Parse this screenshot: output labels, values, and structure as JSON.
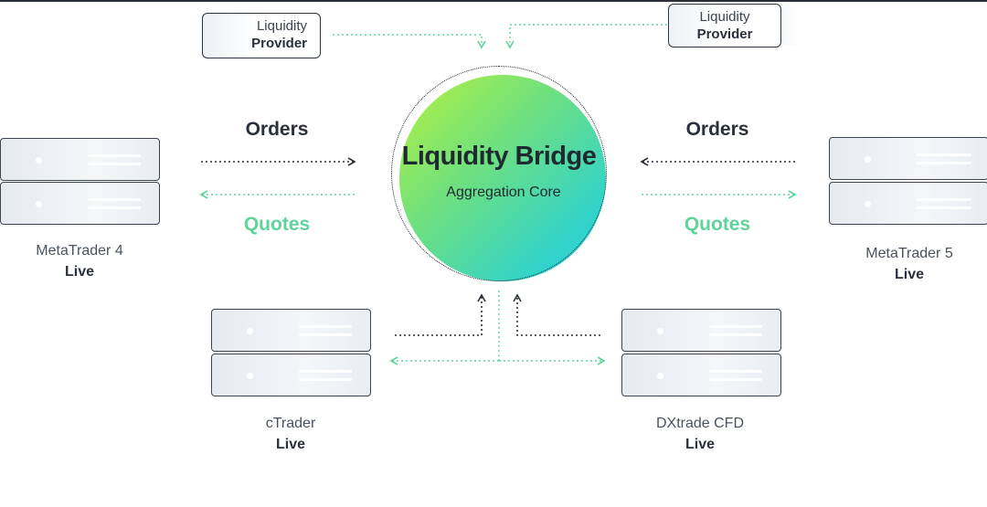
{
  "providers": [
    {
      "line1": "Liquidity",
      "line2": "Provider"
    },
    {
      "line1": "Liquidity",
      "line2": "Provider"
    }
  ],
  "core": {
    "title": "Liquidity Bridge",
    "subtitle": "Aggregation Core"
  },
  "flows": {
    "left_orders": "Orders",
    "left_quotes": "Quotes",
    "right_orders": "Orders",
    "right_quotes": "Quotes"
  },
  "platforms": {
    "mt4": {
      "name": "MetaTrader 4",
      "status": "Live"
    },
    "mt5": {
      "name": "MetaTrader 5",
      "status": "Live"
    },
    "ctrader": {
      "name": "cTrader",
      "status": "Live"
    },
    "dxtrade": {
      "name": "DXtrade CFD",
      "status": "Live"
    }
  },
  "colors": {
    "orders": "#2a313c",
    "quotes": "#5fd39a",
    "core_start": "#b6f23c",
    "core_end": "#2ccfdf"
  }
}
